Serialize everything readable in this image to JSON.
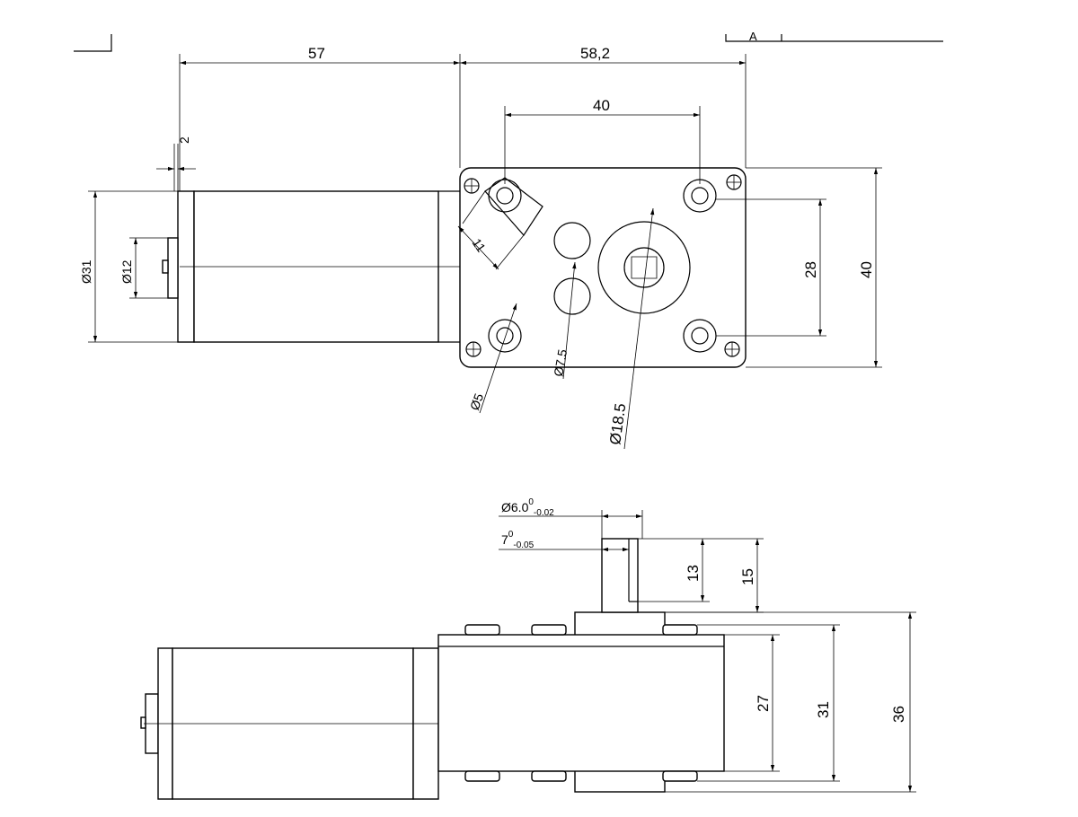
{
  "dimensions": {
    "motor_length": "57",
    "gearbox_length": "58,2",
    "hole_spacing_horizontal": "40",
    "hole_spacing_vertical": "28",
    "gearbox_height": "40",
    "motor_diameter": "Ø31",
    "boss_diameter": "Ø12",
    "flange_thickness": "2",
    "slot_width": "11",
    "mount_hole_diameter": "Ø5",
    "small_hole_diameter": "Ø7.5",
    "output_boss_diameter": "Ø18.5",
    "shaft_diameter": "Ø6.0",
    "shaft_diameter_tol_upper": "0",
    "shaft_diameter_tol_lower": "-0.02",
    "shaft_flat": "7",
    "shaft_flat_tol_upper": "0",
    "shaft_flat_tol_lower": "-0.05",
    "shaft_flat_length": "13",
    "shaft_length": "15",
    "gearbox_width": "27",
    "boss_width": "31",
    "total_width": "36"
  },
  "marks": {
    "section_letter": "A"
  }
}
